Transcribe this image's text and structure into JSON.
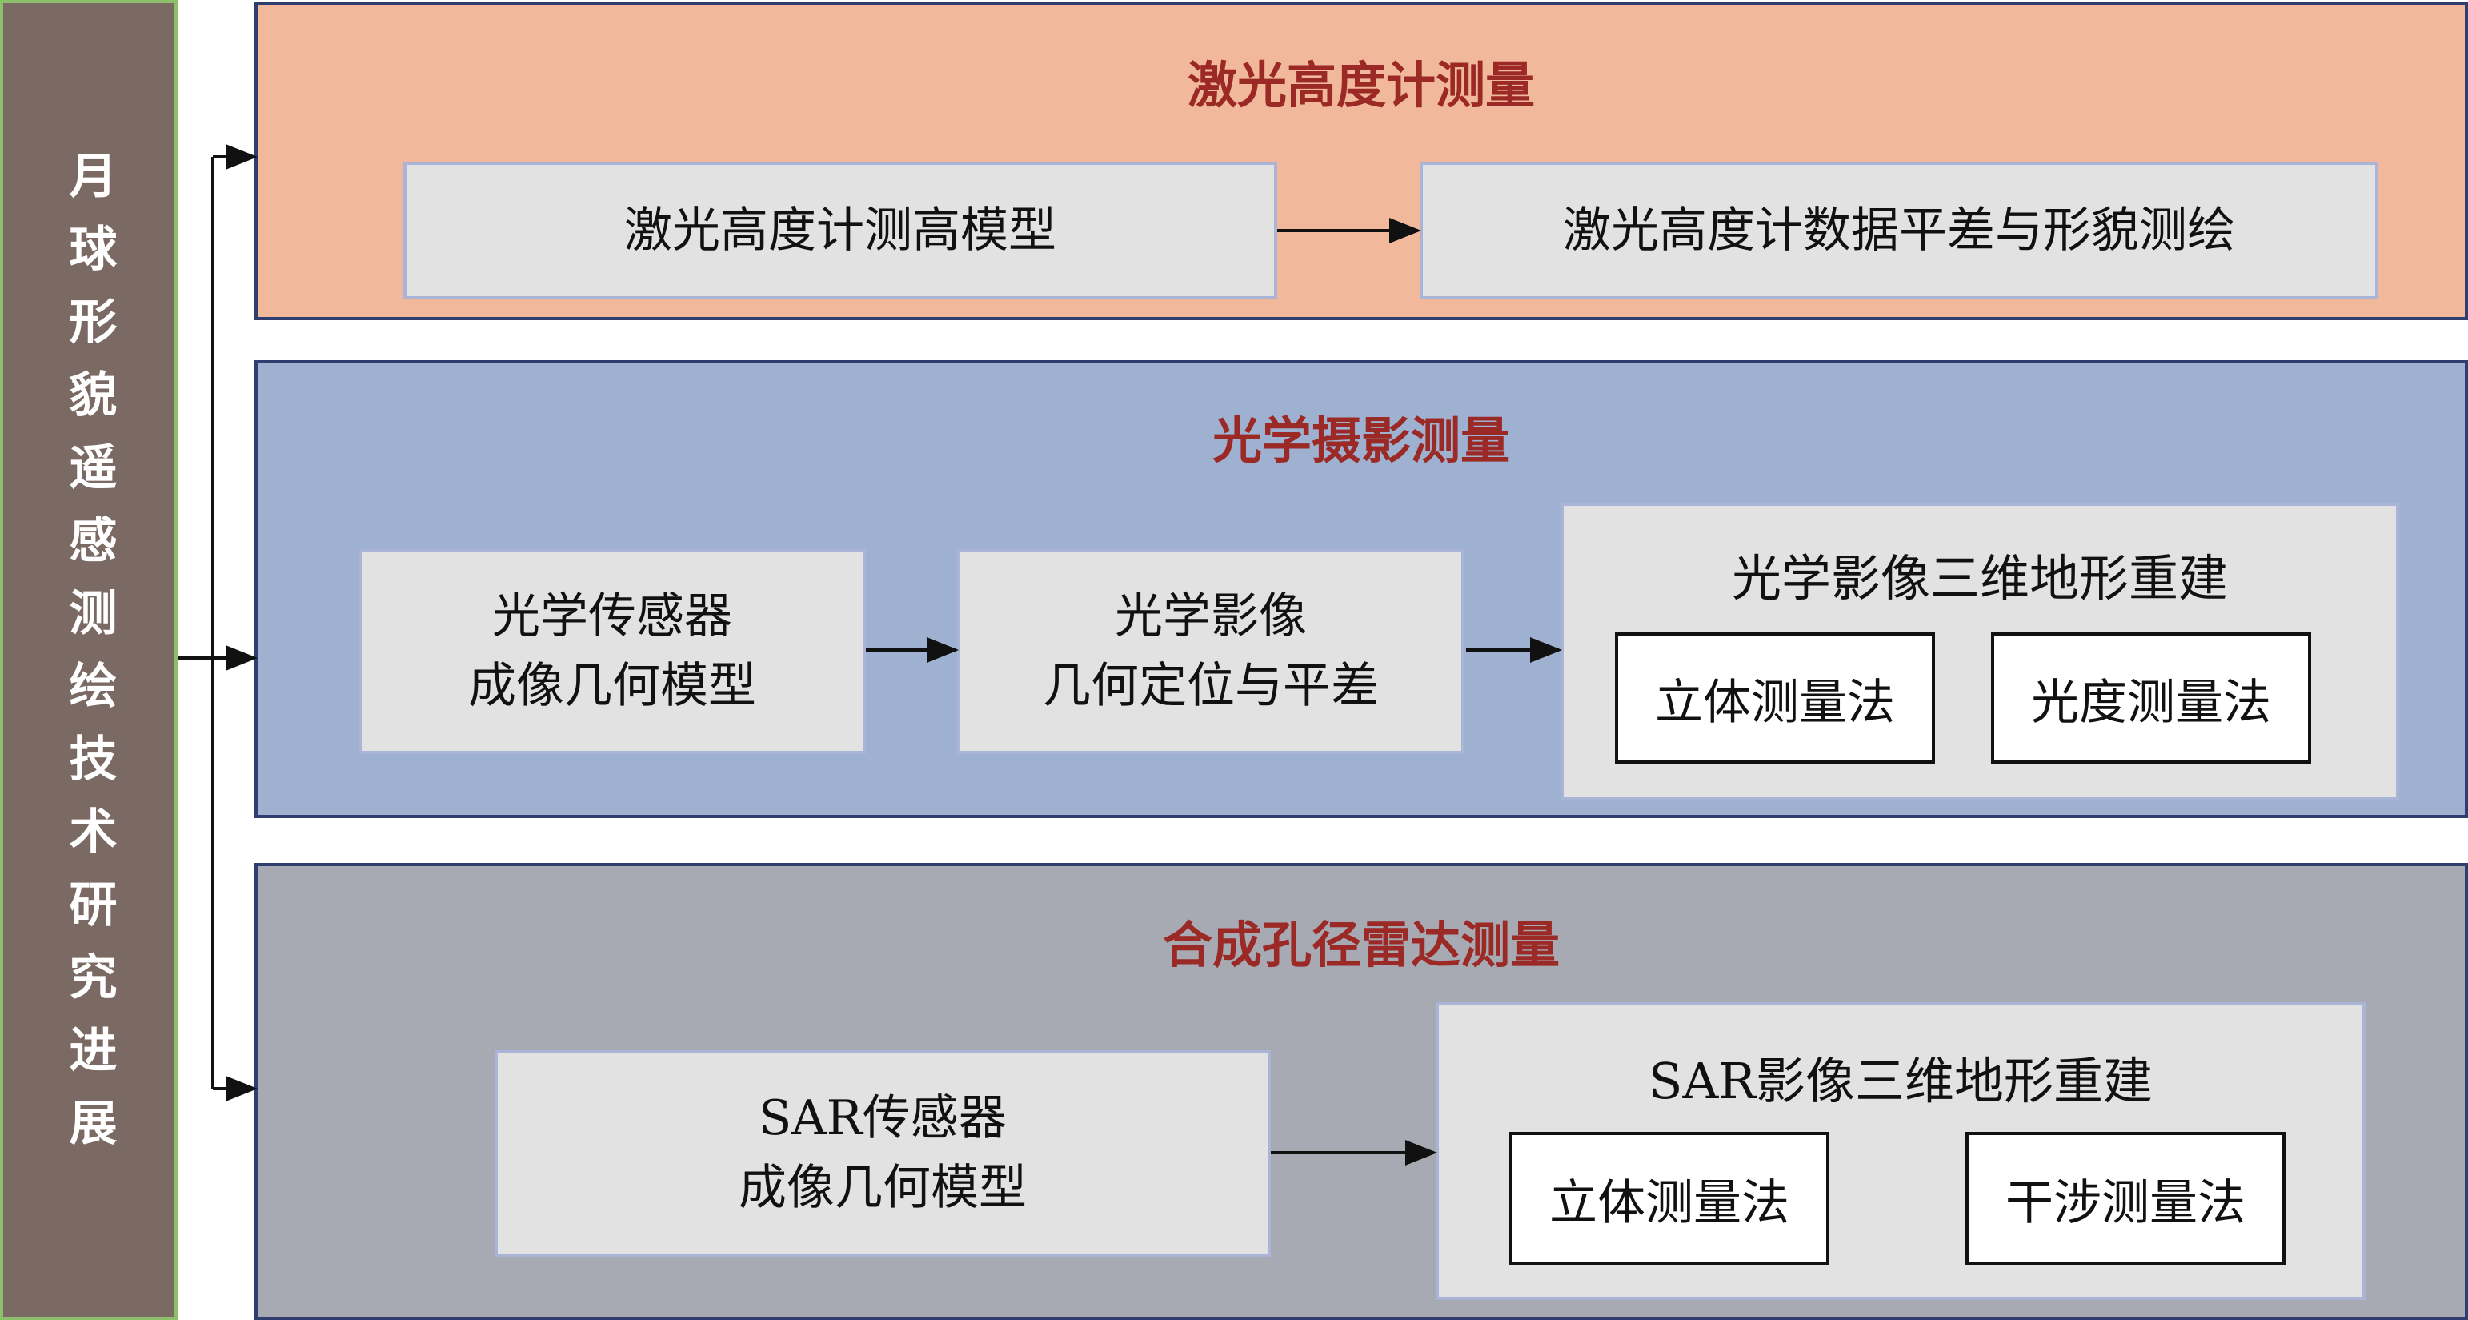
{
  "left_title": "月球形貌遥感测绘技术研究进展",
  "sections": [
    {
      "title": "激光高度计测量",
      "color": "#f2b89b",
      "boxes": [
        "激光高度计测高模型",
        "激光高度计数据平差与形貌测绘"
      ]
    },
    {
      "title": "光学摄影测量",
      "color": "#9fb1d0",
      "boxes": [
        [
          "光学传感器",
          "成像几何模型"
        ],
        [
          "光学影像",
          "几何定位与平差"
        ]
      ],
      "reconstruction": {
        "title": "光学影像三维地形重建",
        "methods": [
          "立体测量法",
          "光度测量法"
        ]
      }
    },
    {
      "title": "合成孔径雷达测量",
      "color": "#a7a9b3",
      "boxes": [
        [
          "SAR传感器",
          "成像几何模型"
        ]
      ],
      "reconstruction": {
        "title": "SAR影像三维地形重建",
        "methods": [
          "立体测量法",
          "干涉测量法"
        ]
      }
    }
  ],
  "colors": {
    "title_red": "#9b2a26",
    "left_bar": "#7a6a63",
    "left_bar_border": "#8cc06a",
    "box_fill": "#e3e2e2",
    "box_border": "#a9b4d6"
  }
}
